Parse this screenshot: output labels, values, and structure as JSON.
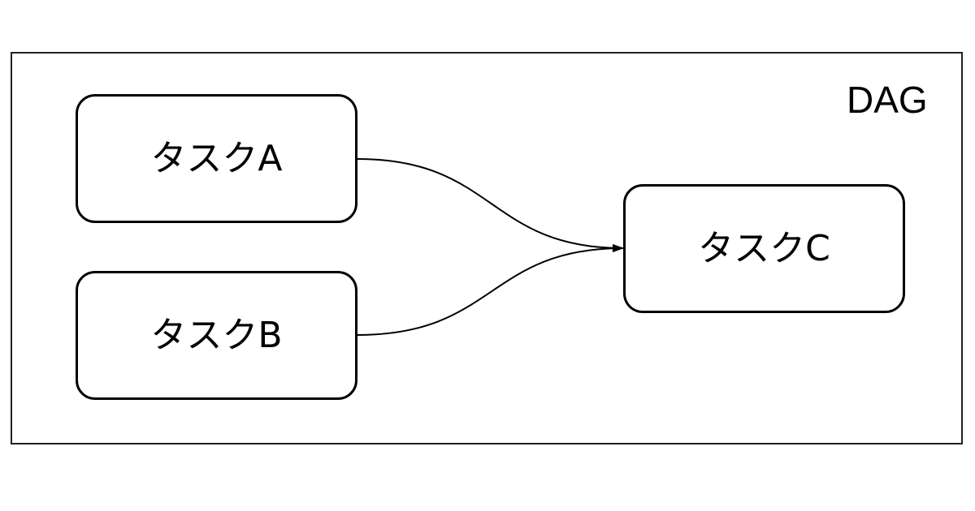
{
  "diagram": {
    "container_label": "DAG",
    "nodes": [
      {
        "id": "a",
        "label": "タスクA"
      },
      {
        "id": "b",
        "label": "タスクB"
      },
      {
        "id": "c",
        "label": "タスクC"
      }
    ],
    "edges": [
      {
        "from": "a",
        "to": "c"
      },
      {
        "from": "b",
        "to": "c"
      }
    ]
  }
}
